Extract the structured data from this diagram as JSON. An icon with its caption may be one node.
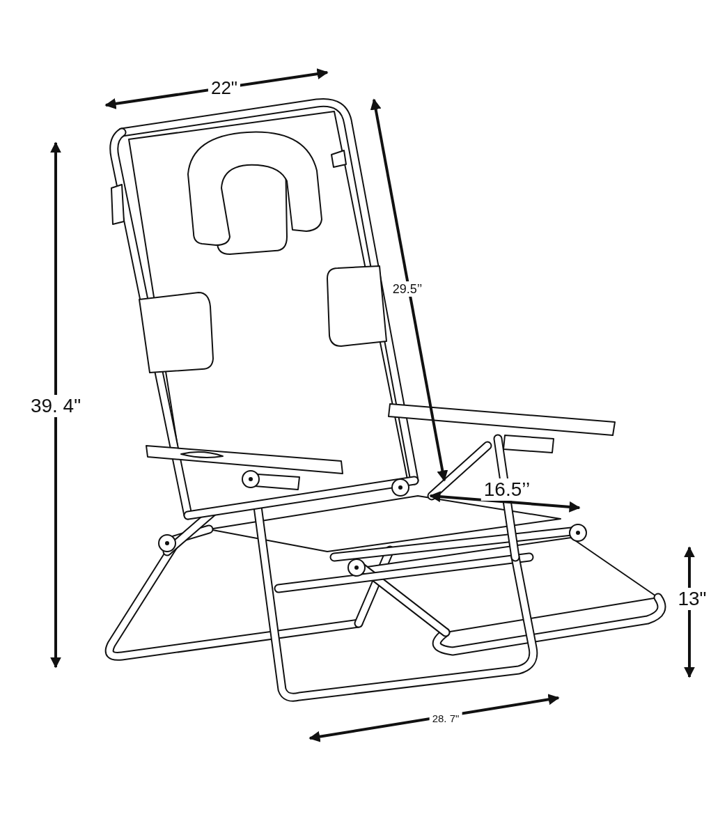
{
  "diagram": {
    "labels": [
      "22\"",
      "29.5’’",
      "39. 4\"",
      "16.5’’",
      "13\"",
      "28. 7\""
    ]
  }
}
